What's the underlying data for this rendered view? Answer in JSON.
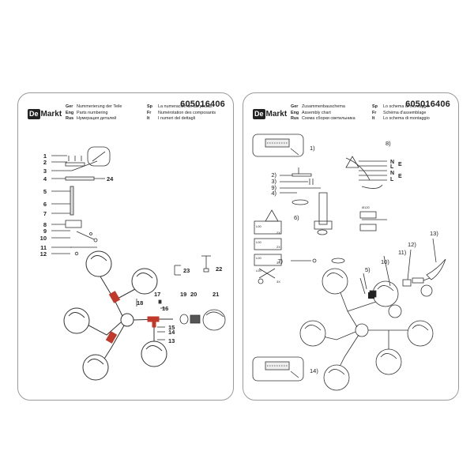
{
  "left_sheet": {
    "code": "605016406",
    "logo_prefix": "De",
    "logo_name": "Markt",
    "titles": [
      {
        "lang": "Ger",
        "text": "Nummerierung der Teile"
      },
      {
        "lang": "Sp",
        "text": "La numeración de las piezas"
      },
      {
        "lang": "Eng",
        "text": "Parts numbering"
      },
      {
        "lang": "Fr",
        "text": "Numérotation des composants"
      },
      {
        "lang": "Rus",
        "text": "Нумерация деталей"
      },
      {
        "lang": "It",
        "text": "I numeri del dettagli"
      }
    ],
    "part_numbers": [
      "1",
      "2",
      "3",
      "4",
      "5",
      "6",
      "7",
      "8",
      "9",
      "10",
      "11",
      "12",
      "13",
      "14",
      "15",
      "16",
      "17",
      "18",
      "19",
      "20",
      "21",
      "22",
      "23",
      "24"
    ]
  },
  "right_sheet": {
    "code": "605016406",
    "logo_prefix": "De",
    "logo_name": "Markt",
    "titles": [
      {
        "lang": "Ger",
        "text": "Zusammenbauschema"
      },
      {
        "lang": "Sp",
        "text": "Lo schema di montaggio"
      },
      {
        "lang": "Eng",
        "text": "Assembly chart"
      },
      {
        "lang": "Fr",
        "text": "Schéma d'assemblage"
      },
      {
        "lang": "Rus",
        "text": "Схема сборки светильника"
      },
      {
        "lang": "It",
        "text": "Lo schema di montaggio"
      }
    ],
    "steps": [
      "1)",
      "2)",
      "3)",
      "4)",
      "5)",
      "6)",
      "7)",
      "8)",
      "9)",
      "10)",
      "11)",
      "12)",
      "13)",
      "14)"
    ],
    "wire_labels": [
      "N",
      "L",
      "E",
      "N",
      "L",
      "E"
    ],
    "lamp_labels": [
      "L00",
      "L00",
      "L00",
      "L00"
    ],
    "step_counts": [
      "2X",
      "2X",
      "3X",
      "3X"
    ],
    "dimension": "Ø120"
  },
  "colors": {
    "accent": "#c0392b",
    "line": "#333333",
    "border": "#9a9a9a"
  }
}
